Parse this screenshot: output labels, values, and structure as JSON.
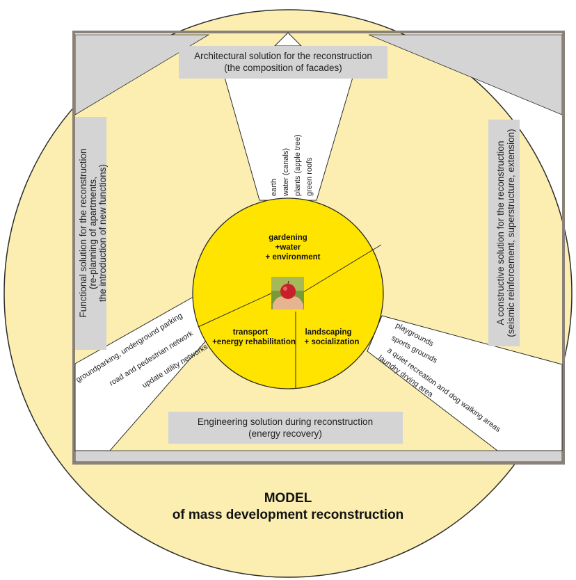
{
  "colors": {
    "outer_circle": "#fbeeb0",
    "frame": "#8a8278",
    "box_fill": "#d4d4d4",
    "center_circle": "#ffe400",
    "spoke_fill": "#ffffff",
    "line": "#2b2b2b"
  },
  "model_title": {
    "line1": "MODEL",
    "line2": "of mass development reconstruction"
  },
  "solutions": {
    "architectural": {
      "line1": "Architectural solution for the reconstruction",
      "line2": "(the composition of facades)"
    },
    "functional": {
      "line1": "Functional solution for the reconstruction",
      "line2": "(re-planning of apartments,",
      "line3": "the introduction of new functions)"
    },
    "constructive": {
      "line1": "A constructive solution for the reconstruction",
      "line2": "(seismic reinforcement, superstructure, extension)"
    },
    "engineering": {
      "line1": "Engineering solution during reconstruction",
      "line2": "(energy recovery)"
    }
  },
  "center": {
    "gardening": {
      "line1": "gardening",
      "line2": "+water",
      "line3": "+ environment"
    },
    "transport": {
      "line1": "transport",
      "line2": "+energy rehabilitation"
    },
    "landscaping": {
      "line1": "landscaping",
      "line2": "+ socialization"
    },
    "image_icon": "apple-in-hands-photo"
  },
  "spokes": {
    "top": [
      "earth",
      "water (canals)",
      "plants (apple tree)",
      "green roofs"
    ],
    "left": [
      "groundparking, underground parking",
      "road and pedestrian network",
      "update utility networks"
    ],
    "right": [
      "playgrounds",
      "sports grounds",
      "a quiet recreation and dog walking areas",
      "laundry drying area"
    ]
  }
}
